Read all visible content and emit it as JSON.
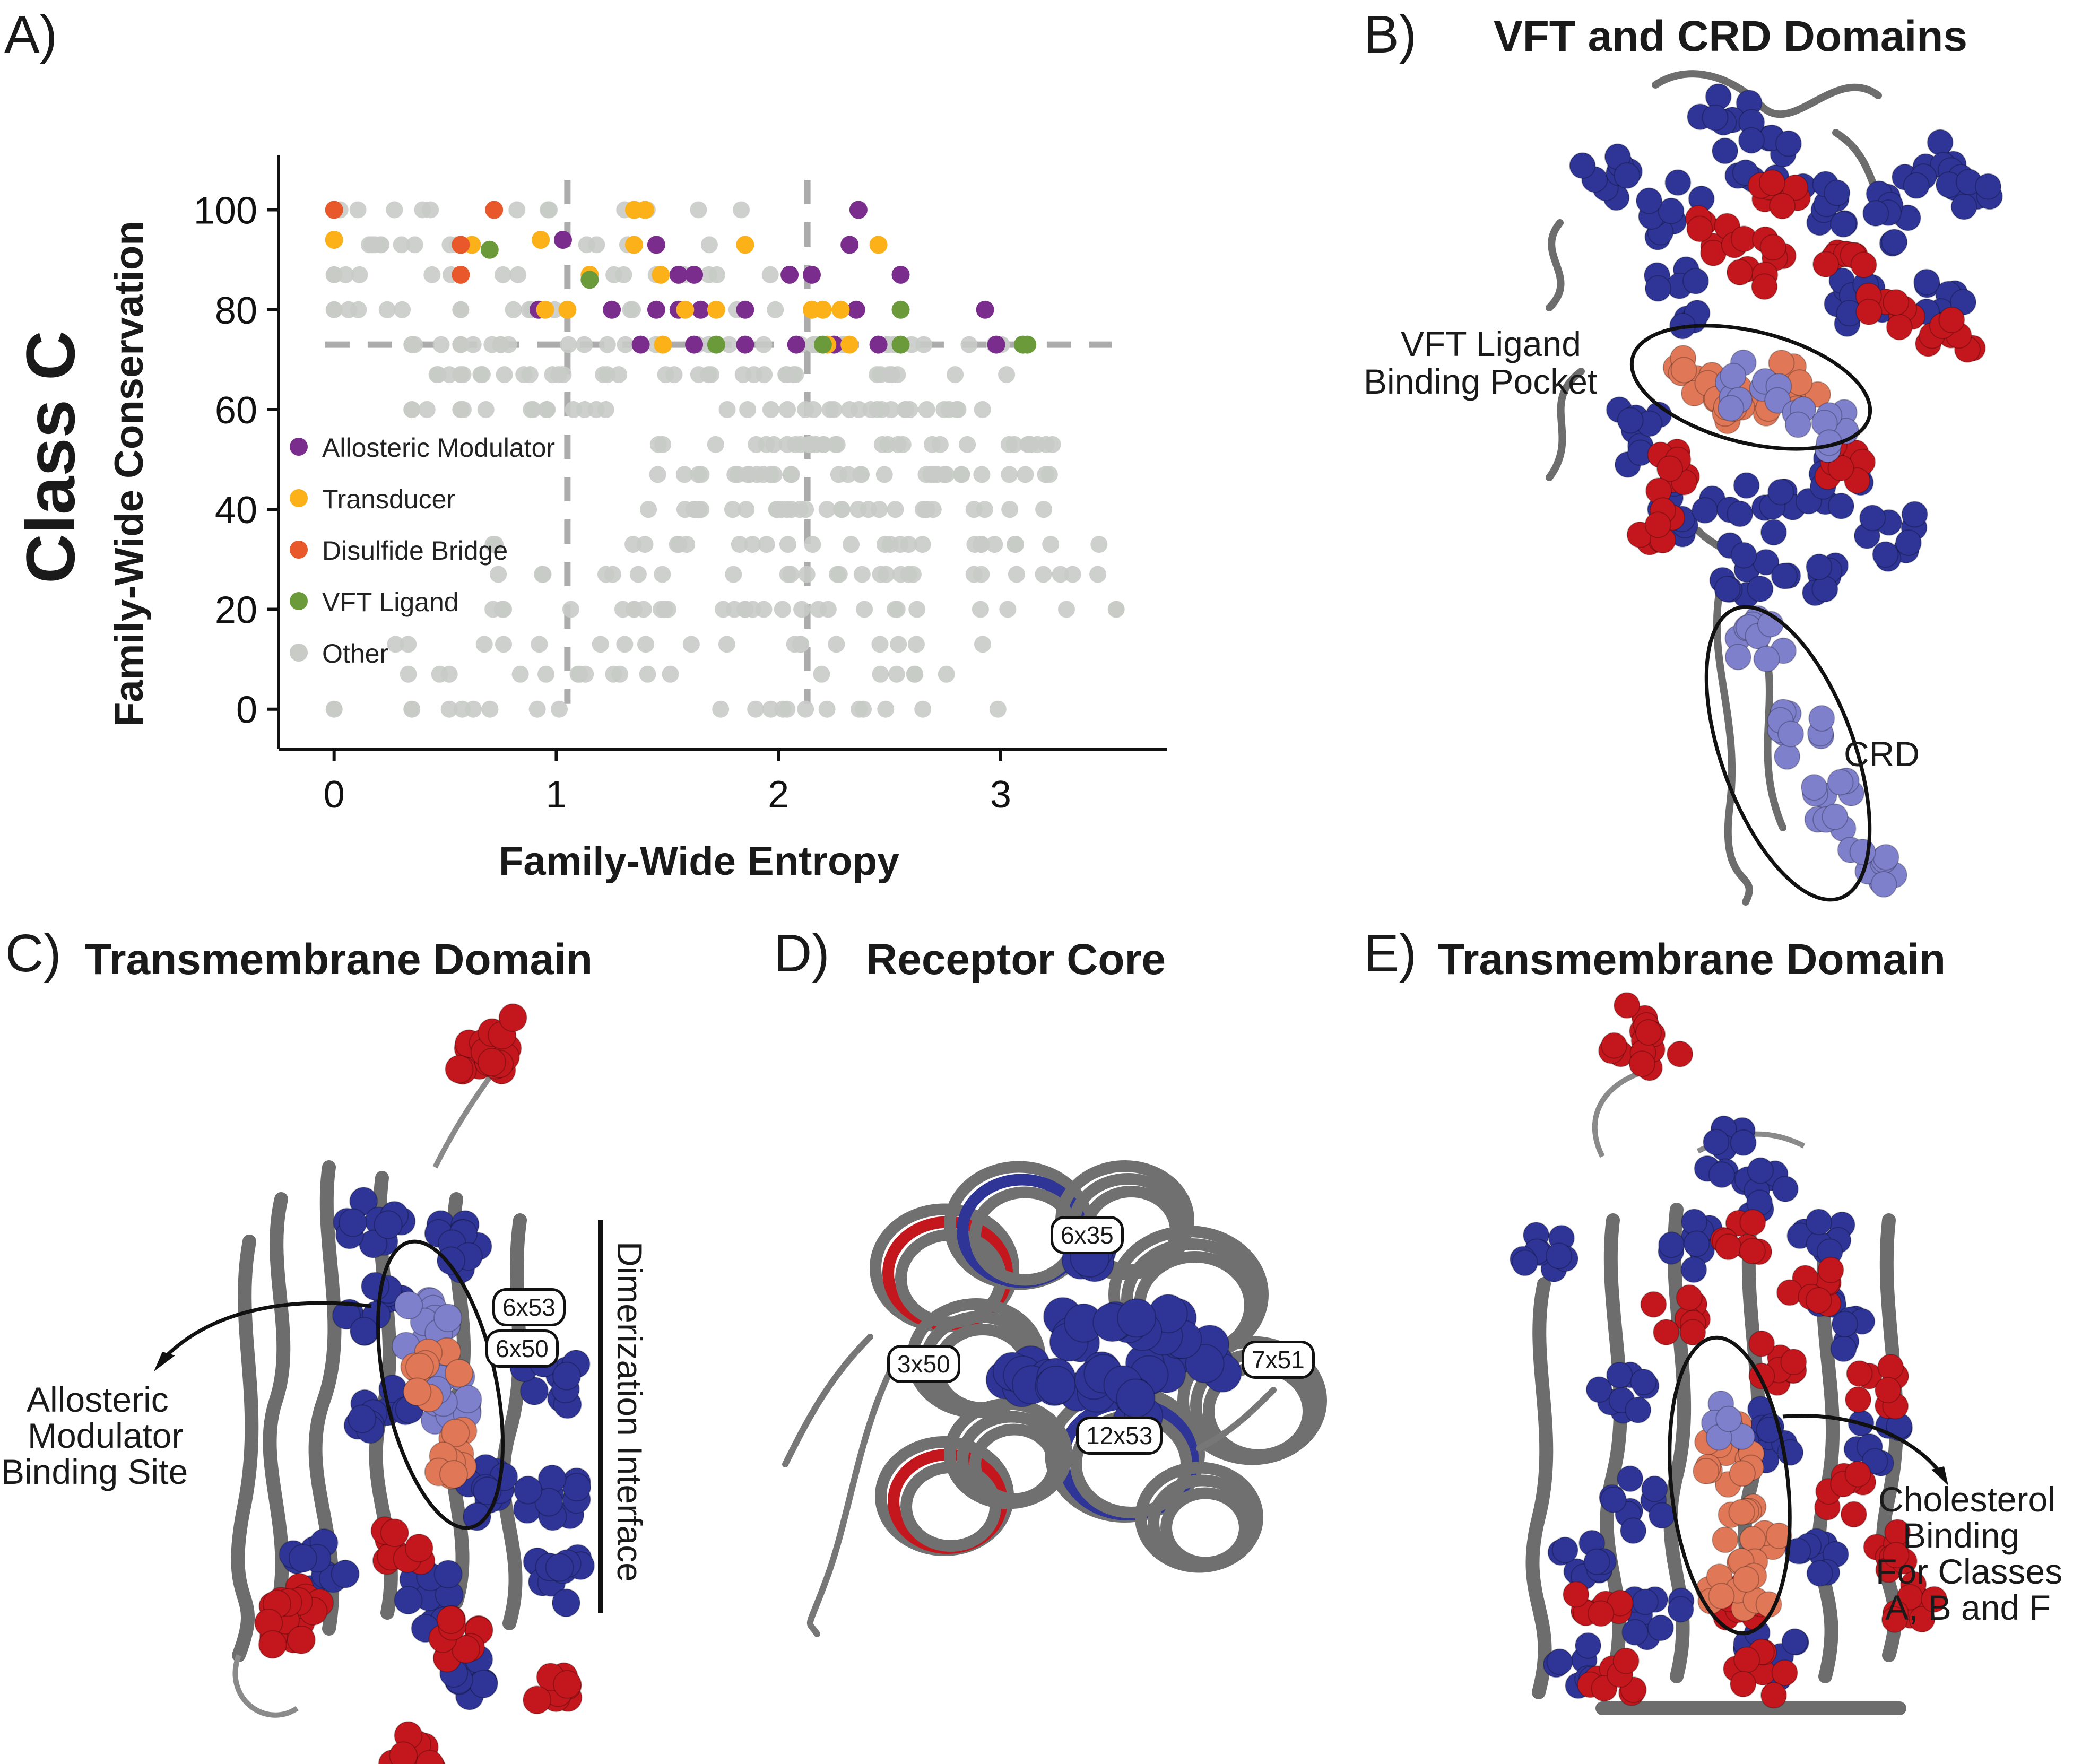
{
  "panels": {
    "a": {
      "letter": "A)"
    },
    "b": {
      "letter": "B)",
      "title": "VFT and CRD Domains",
      "annotations": [
        "VFT Ligand",
        "Binding Pocket",
        "CRD"
      ]
    },
    "c": {
      "letter": "C)",
      "title": "Transmembrane Domain",
      "annotations": [
        "Allosteric",
        "Modulator",
        "Binding Site"
      ],
      "side_label": "Dimerization Interface",
      "residues": [
        "6x53",
        "6x50"
      ]
    },
    "d": {
      "letter": "D)",
      "title": "Receptor Core",
      "residues": [
        "6x35",
        "3x50",
        "7x51",
        "12x53"
      ]
    },
    "e": {
      "letter": "E)",
      "title": "Transmembrane Domain",
      "annotations": [
        "Cholesterol",
        "Binding",
        "For Classes",
        "A, B and F"
      ]
    }
  },
  "colors": {
    "allosteric": "#7b2d8e",
    "transducer": "#fbb117",
    "disulfide": "#e8582a",
    "vft": "#6a9a3a",
    "other": "#c8cbc6",
    "struct_blue": "#2e3596",
    "struct_red": "#c4171d",
    "struct_gray": "#707070",
    "struct_light_blue": "#7f80cc",
    "struct_salmon": "#e07858"
  },
  "chart_data": {
    "type": "scatter",
    "row_label": "Class C",
    "xlabel": "Family-Wide Entropy",
    "ylabel": "Family-Wide Conservation",
    "xlim": [
      -0.25,
      3.75
    ],
    "ylim": [
      -8,
      111
    ],
    "xticks": [
      "0",
      "1",
      "2",
      "3"
    ],
    "yticks": [
      "0",
      "20",
      "40",
      "60",
      "80",
      "100"
    ],
    "threshold_lines": {
      "x": [
        1.05,
        2.13
      ],
      "y": [
        73
      ]
    },
    "legend_position": "left",
    "series": [
      {
        "name": "Allosteric Modulator",
        "color": "allosteric",
        "points": [
          [
            2.36,
            100
          ],
          [
            1.03,
            94
          ],
          [
            1.45,
            93
          ],
          [
            2.32,
            93
          ],
          [
            1.55,
            87
          ],
          [
            1.62,
            87
          ],
          [
            2.05,
            87
          ],
          [
            2.15,
            87
          ],
          [
            2.55,
            87
          ],
          [
            1.25,
            80
          ],
          [
            1.55,
            80
          ],
          [
            1.65,
            80
          ],
          [
            1.85,
            80
          ],
          [
            2.35,
            80
          ],
          [
            2.93,
            80
          ],
          [
            0.92,
            80
          ],
          [
            1.45,
            80
          ],
          [
            1.38,
            73
          ],
          [
            1.62,
            73
          ],
          [
            1.85,
            73
          ],
          [
            2.08,
            73
          ],
          [
            2.25,
            73
          ],
          [
            2.45,
            73
          ],
          [
            2.98,
            73
          ]
        ]
      },
      {
        "name": "Transducer",
        "color": "transducer",
        "points": [
          [
            0,
            94
          ],
          [
            0.62,
            93
          ],
          [
            0.93,
            94
          ],
          [
            1.35,
            100
          ],
          [
            1.4,
            100
          ],
          [
            1.35,
            93
          ],
          [
            1.85,
            93
          ],
          [
            2.45,
            93
          ],
          [
            1.15,
            87
          ],
          [
            1.47,
            87
          ],
          [
            2.2,
            80
          ],
          [
            2.28,
            80
          ],
          [
            1.72,
            80
          ],
          [
            1.58,
            80
          ],
          [
            2.15,
            80
          ],
          [
            0.95,
            80
          ],
          [
            1.05,
            80
          ],
          [
            1.48,
            73
          ],
          [
            2.22,
            73
          ],
          [
            2.32,
            73
          ]
        ]
      },
      {
        "name": "Disulfide Bridge",
        "color": "disulfide",
        "points": [
          [
            0,
            100
          ],
          [
            0.72,
            100
          ],
          [
            0.57,
            93
          ],
          [
            0.57,
            87
          ]
        ]
      },
      {
        "name": "VFT Ligand",
        "color": "vft",
        "points": [
          [
            0.7,
            92
          ],
          [
            1.15,
            86
          ],
          [
            2.55,
            80
          ],
          [
            1.72,
            73
          ],
          [
            2.2,
            73
          ],
          [
            2.55,
            73
          ],
          [
            3.12,
            73
          ],
          [
            3.1,
            73
          ]
        ]
      },
      {
        "name": "Other",
        "color": "other",
        "points": []
      }
    ]
  }
}
